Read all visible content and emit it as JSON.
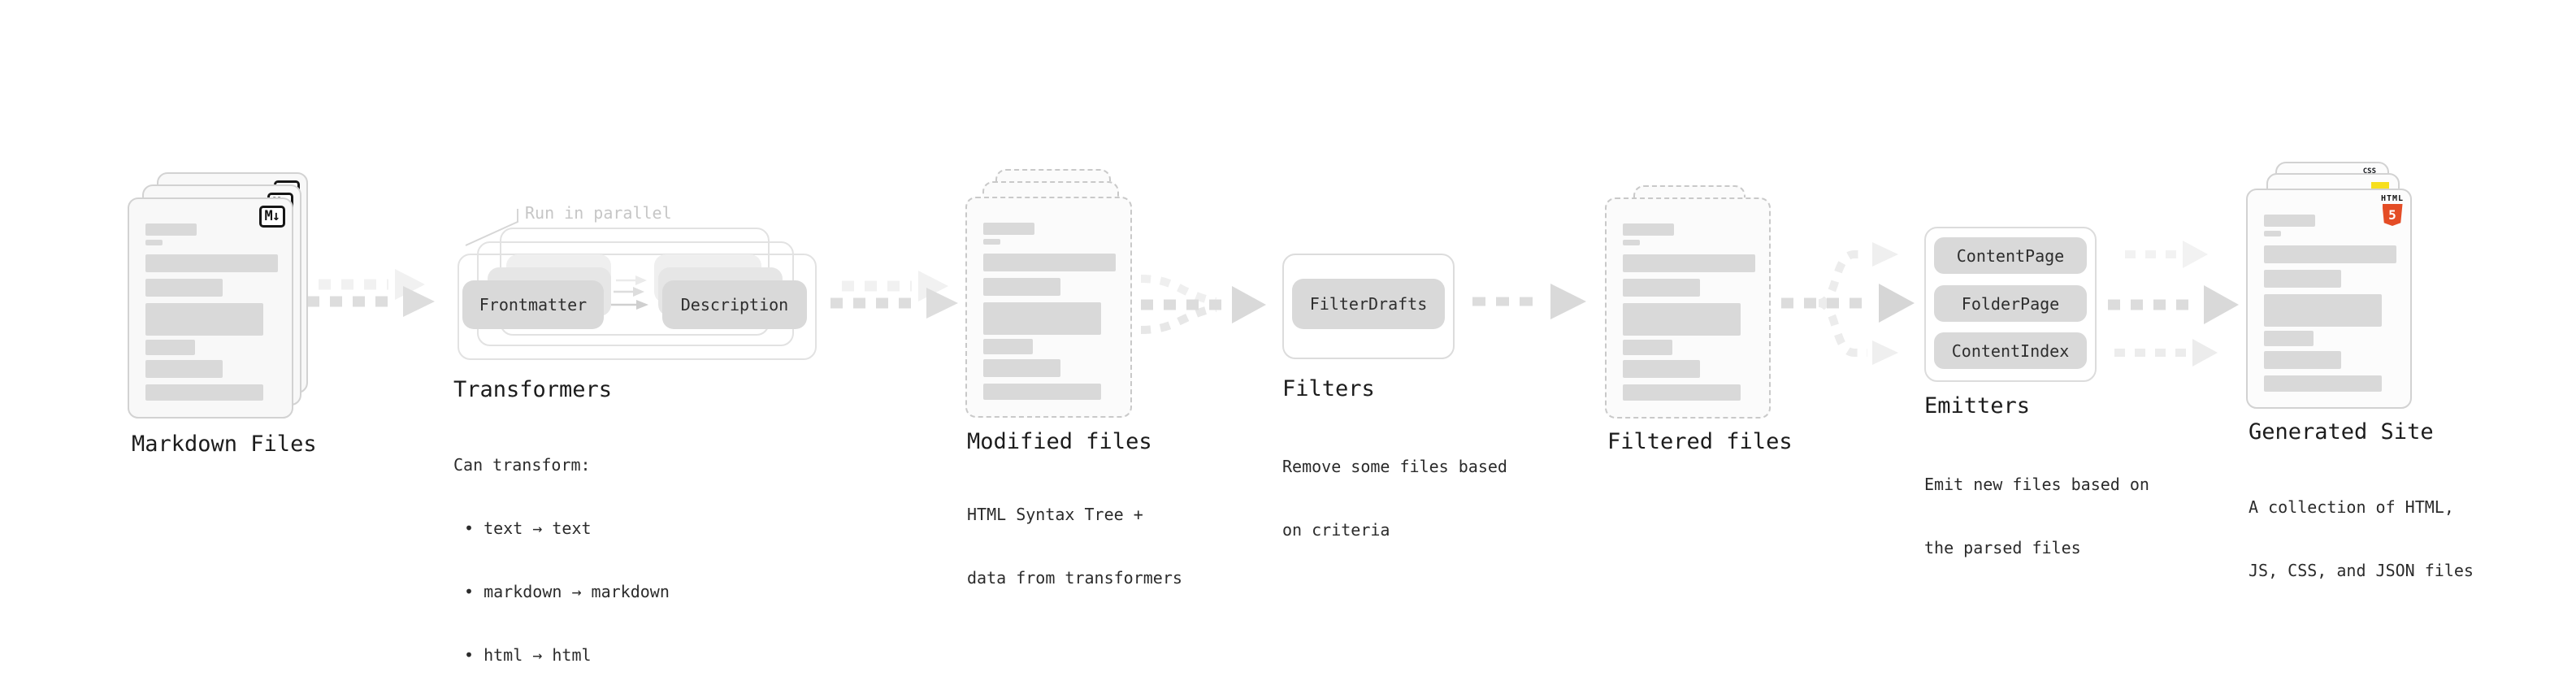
{
  "stages": {
    "markdown_files": {
      "title": "Markdown Files",
      "badge": "M↓"
    },
    "transformers": {
      "title": "Transformers",
      "note": "Run in parallel",
      "pill_left": "Frontmatter",
      "pill_right": "Description",
      "caption": "Can transform:",
      "bullets": [
        "• text → text",
        "• markdown → markdown",
        "• html → html"
      ]
    },
    "modified_files": {
      "title": "Modified files",
      "subtitle": [
        "HTML Syntax Tree +",
        "data from transformers"
      ]
    },
    "filters": {
      "title": "Filters",
      "pill": "FilterDrafts",
      "subtitle": [
        "Remove some files based",
        "on criteria"
      ]
    },
    "filtered_files": {
      "title": "Filtered files"
    },
    "emitters": {
      "title": "Emitters",
      "pills": [
        "ContentPage",
        "FolderPage",
        "ContentIndex"
      ],
      "subtitle": [
        "Emit new files based on",
        "the parsed files"
      ]
    },
    "generated_site": {
      "title": "Generated Site",
      "subtitle": [
        "A collection of HTML,",
        "JS, CSS, and JSON files"
      ],
      "css_badge": "CSS",
      "html_badge_label": "HTML",
      "html_badge_number": "5"
    }
  },
  "colors": {
    "html5_orange": "#e44d26",
    "js_yellow": "#f7df1e",
    "css_blue": "#2d63ed"
  }
}
